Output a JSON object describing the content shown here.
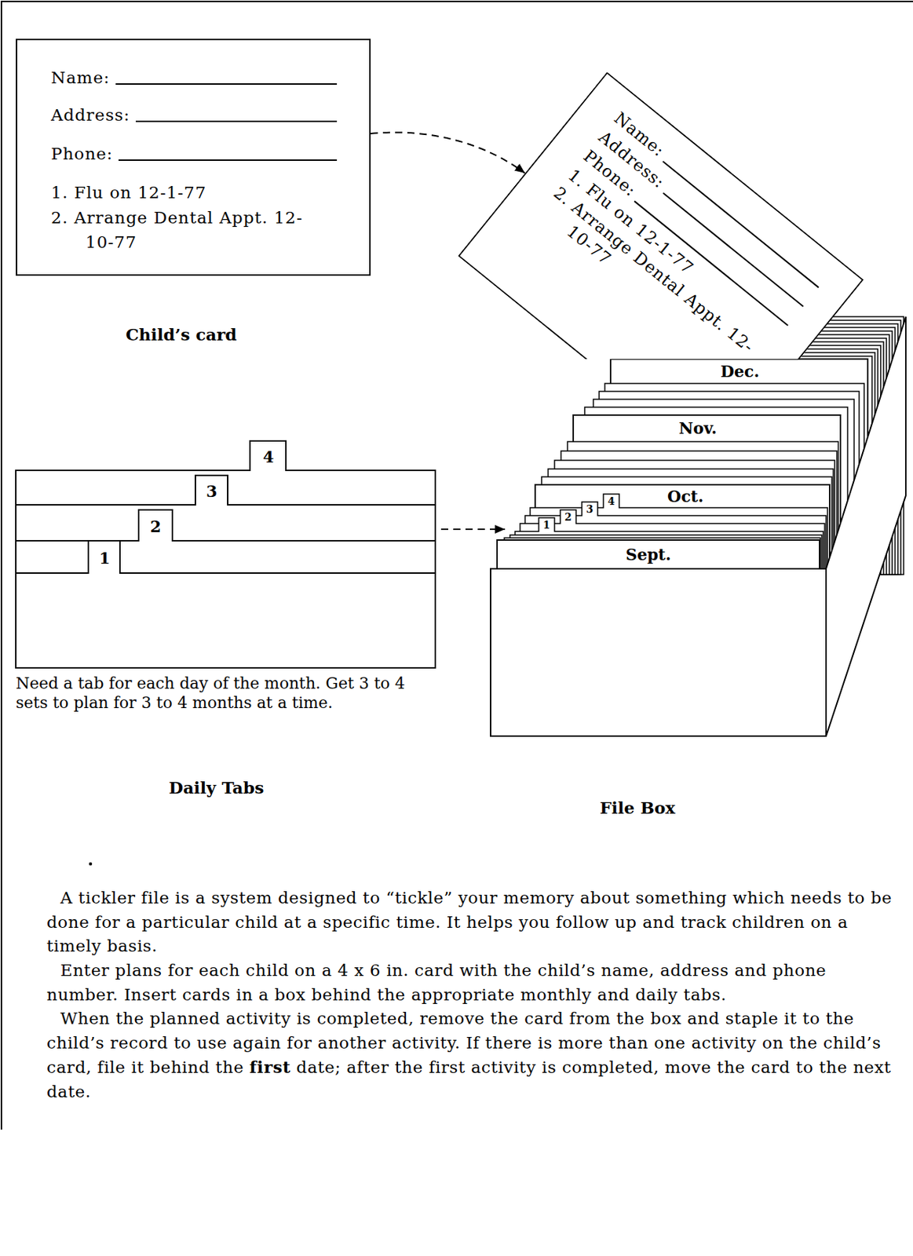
{
  "diagram": {
    "nodes": [
      {
        "text": [
          "Name:",
          "Address:",
          "Phone:",
          "1. Flu on 12-1-77",
          "2. Arrange Dental Appt. 12-10-77"
        ]
      },
      {
        "text": [
          "Name:",
          "Address:",
          "Phone:",
          "1. Flu on 12-1-77",
          "2. Arrange Dental Appt. 12-10-77"
        ]
      }
    ],
    "edges": [
      {
        "from": 0,
        "to": 1,
        "arrow": "to"
      }
    ],
    "labels": [
      "Child’s card",
      "Dec.",
      "Nov.",
      "4",
      "3",
      "2",
      "1",
      "Oct.",
      "4",
      "3",
      "2",
      "1",
      "Sept.",
      "Need a tab for each day of the month. Get 3 to 4 sets to plan for 3 to 4 months at a time.",
      "Daily Tabs",
      "File Box",
      "A tickler file is a system designed to “tickle” your memory about something which needs to be done for a particular child at a specific time. It helps you follow up and track children on a timely basis.",
      "Enter plans for each child on a 4 x 6 in. card with the child’s name, address and phone number. Insert cards in a box behind the appropriate monthly and daily tabs.",
      "When the planned activity is completed, remove the card from the box and staple it to the child’s record to use again for another activity. If there is more than one activity on the child’s card, file it behind the first date; after the first activity is completed, move the card to the next date."
    ]
  }
}
